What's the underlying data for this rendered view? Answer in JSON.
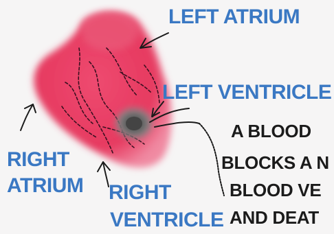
{
  "labels": {
    "left_atrium": "LEFT ATRIUM",
    "left_ventricle": "LEFT VENTRICLE",
    "right_atrium_line1": "RIGHT",
    "right_atrium_line2": "ATRIUM",
    "right_ventricle_line1": "RIGHT",
    "right_ventricle_line2": "VENTRICLE"
  },
  "caption": {
    "line1": "A  BLOOD",
    "line2": "BLOCKS A N",
    "line3": "BLOOD VE",
    "line4": "AND DEAT"
  },
  "colors": {
    "label": "#3a78c3",
    "heart": "#e83a62",
    "clot": "#5a5a5a",
    "ink": "#1b1b1b"
  }
}
